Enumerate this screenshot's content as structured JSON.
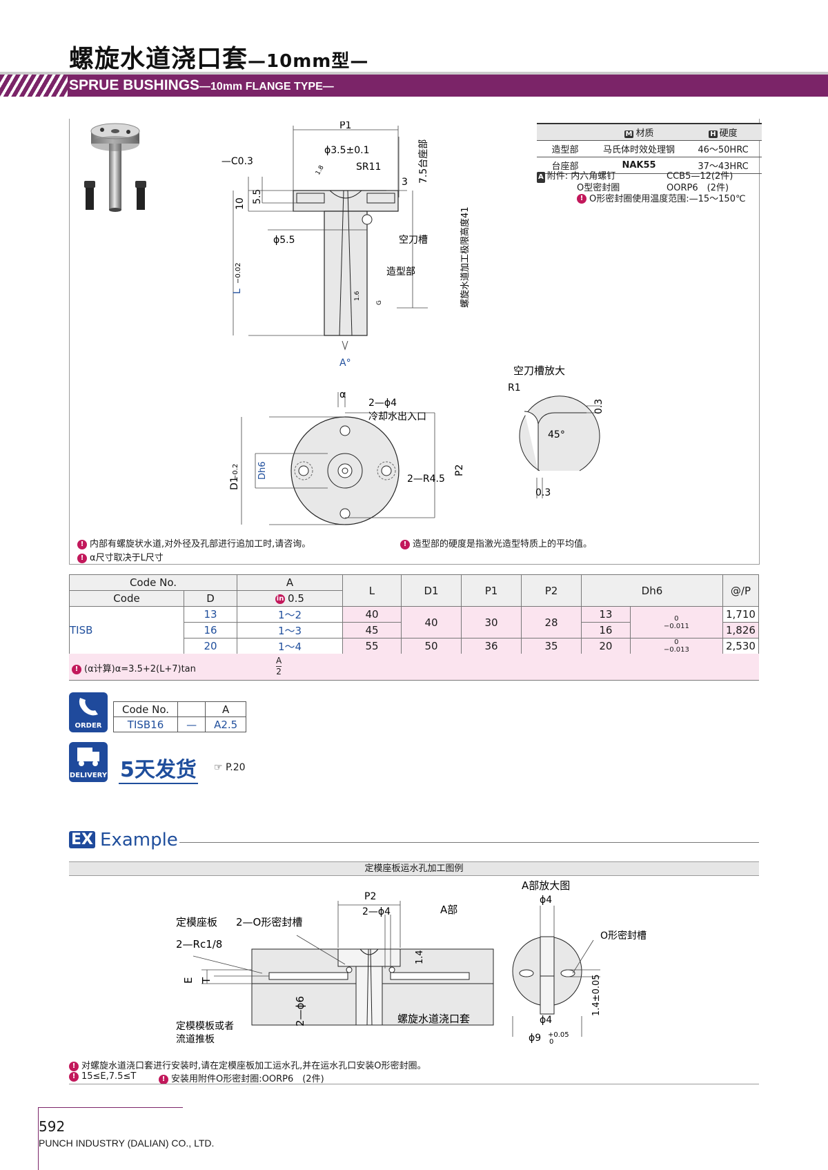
{
  "header": {
    "title_cn": "螺旋水道浇口套",
    "title_cn_sub": "—10mm型—",
    "title_en": "SPRUE BUSHINGS",
    "title_en_sub": "—10mm FLANGE TYPE—"
  },
  "drawing": {
    "p1": "P1",
    "phi35": "ϕ3.5±0.1",
    "c03": "2—C0.3",
    "sr11": "SR11",
    "dim3": "3",
    "seat": "7.5台座部",
    "dim10": "10",
    "dim55": "5.5",
    "phi55": "ϕ5.5",
    "relief": "空刀槽",
    "mold": "造型部",
    "L": "L",
    "Ltol": "−0.02",
    "height_limit": "螺旋水道加工极限高度41",
    "A": "A°",
    "rough16": "1.6",
    "rough18": "1.8",
    "G": "G",
    "alpha": "α",
    "phi4": "2—ϕ4",
    "cooling": "冷却水出入口",
    "r45": "2—R4.5",
    "D1": "D1",
    "D1tol": "−0.2",
    "Dh6": "Dh6",
    "P2": "P2",
    "detail_title": "空刀槽放大",
    "R1": "R1",
    "d03a": "0.3",
    "d45": "45°",
    "d03b": "0.3"
  },
  "materials": {
    "h_mat": "材质",
    "h_hard": "硬度",
    "badge_m": "M",
    "badge_h": "H",
    "rows": [
      {
        "part": "造型部",
        "mat": "马氏体时效处理钢",
        "hard": "46～50HRC"
      },
      {
        "part": "台座部",
        "mat": "NAK55",
        "hard": "37～43HRC"
      }
    ],
    "badge_a": "A",
    "acc_label": "附件:",
    "acc1_name": "内六角螺钉",
    "acc1_val": "CCB5—12(2件)",
    "acc2_name": "O型密封圈",
    "acc2_val": "OORP6　(2件)",
    "acc_note": "O形密封圈使用温度范围:—15～150℃"
  },
  "notes": {
    "n1": "内部有螺旋状水道,对外径及孔部进行追加工时,请咨询。",
    "n2": "α尺寸取决于L尺寸",
    "n3": "造型部的硬度是指激光造型特质上的平均值。"
  },
  "spec": {
    "h_codeno": "Code No.",
    "h_code": "Code",
    "h_D": "D",
    "h_A": "A",
    "h_A_sub": "0.5",
    "h_L": "L",
    "h_D1": "D1",
    "h_P1": "P1",
    "h_P2": "P2",
    "h_Dh6": "Dh6",
    "h_price": "@/P",
    "code": "TISB",
    "rows": [
      {
        "D": "13",
        "A": "1～2",
        "L": "40",
        "Dh": "13",
        "price": "1,710"
      },
      {
        "D": "16",
        "A": "1～3",
        "L": "45",
        "Dh": "16",
        "price": "1,826"
      },
      {
        "D": "20",
        "A": "1～4",
        "L": "55",
        "Dh": "20",
        "price": "2,530"
      }
    ],
    "D1_a": "40",
    "P1_a": "30",
    "P2_a": "28",
    "D1_b": "50",
    "P1_b": "36",
    "P2_b": "35",
    "tol_a_up": "0",
    "tol_a_low": "−0.011",
    "tol_b_up": "0",
    "tol_b_low": "−0.013",
    "calc": "(α计算)α=3.5+2(L+7)tan",
    "calc_frac_top": "A",
    "calc_frac_bot": "2"
  },
  "order": {
    "icon_label": "ORDER",
    "h1": "Code No.",
    "h2": "A",
    "v1": "TISB16",
    "dash": "—",
    "v2": "A2.5"
  },
  "delivery": {
    "icon_label": "DELIVERY",
    "text": "5天发货",
    "ref": "☞ P.20"
  },
  "example": {
    "badge": "EX",
    "title": "Example",
    "bar": "定模座板运水孔加工图例",
    "p2": "P2",
    "phi4": "2—ϕ4",
    "a_part": "A部",
    "plate": "定模座板",
    "oring_groove": "2—O形密封槽",
    "rc": "2—Rc1/8",
    "E": "E",
    "T": "T",
    "dim14": "1.4",
    "phi6": "2—ϕ6",
    "bushing": "螺旋水道浇口套",
    "plate2_a": "定模模板或者",
    "plate2_b": "流道推板",
    "detail_title": "A部放大图",
    "d_phi4a": "ϕ4",
    "d_groove": "O形密封槽",
    "d_14": "1.4±0.05",
    "d_phi4b": "ϕ4",
    "d_phi9": "ϕ9",
    "d_phi9_tol": "+0.05",
    "d_phi9_tol0": "0",
    "note1": "对螺旋水道浇口套进行安装时,请在定模座板加工运水孔,并在运水孔口安装O形密封圈。",
    "note2": "15≤E,7.5≤T",
    "note3": "安装用附件O形密封圈:OORP6　(2件)"
  },
  "footer": {
    "page": "592",
    "company": "PUNCH INDUSTRY (DALIAN) CO., LTD."
  },
  "colors": {
    "brand": "#7b2468",
    "pink": "#fbe4ef",
    "blue": "#1f4e9c",
    "icon": "#1f4a9c",
    "note": "#c2185b"
  }
}
